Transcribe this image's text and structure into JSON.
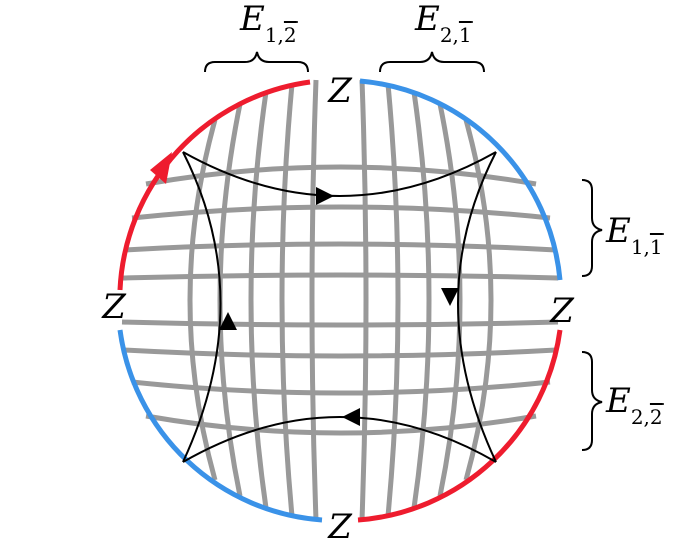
{
  "colors": {
    "red": "#ee1c2e",
    "blue": "#3a92e8",
    "grid": "#999999",
    "contour": "#000000"
  },
  "boundary_labels": {
    "top": "Z",
    "bottom": "Z",
    "left": "Z",
    "right": "Z"
  },
  "brackets": {
    "top_left": {
      "base": "E",
      "sub_a": "1,",
      "sub_b": "2"
    },
    "top_right": {
      "base": "E",
      "sub_a": "2,",
      "sub_b": "1"
    },
    "right_upper": {
      "base": "E",
      "sub_a": "1,",
      "sub_b": "1"
    },
    "right_lower": {
      "base": "E",
      "sub_a": "2,",
      "sub_b": "2"
    }
  }
}
